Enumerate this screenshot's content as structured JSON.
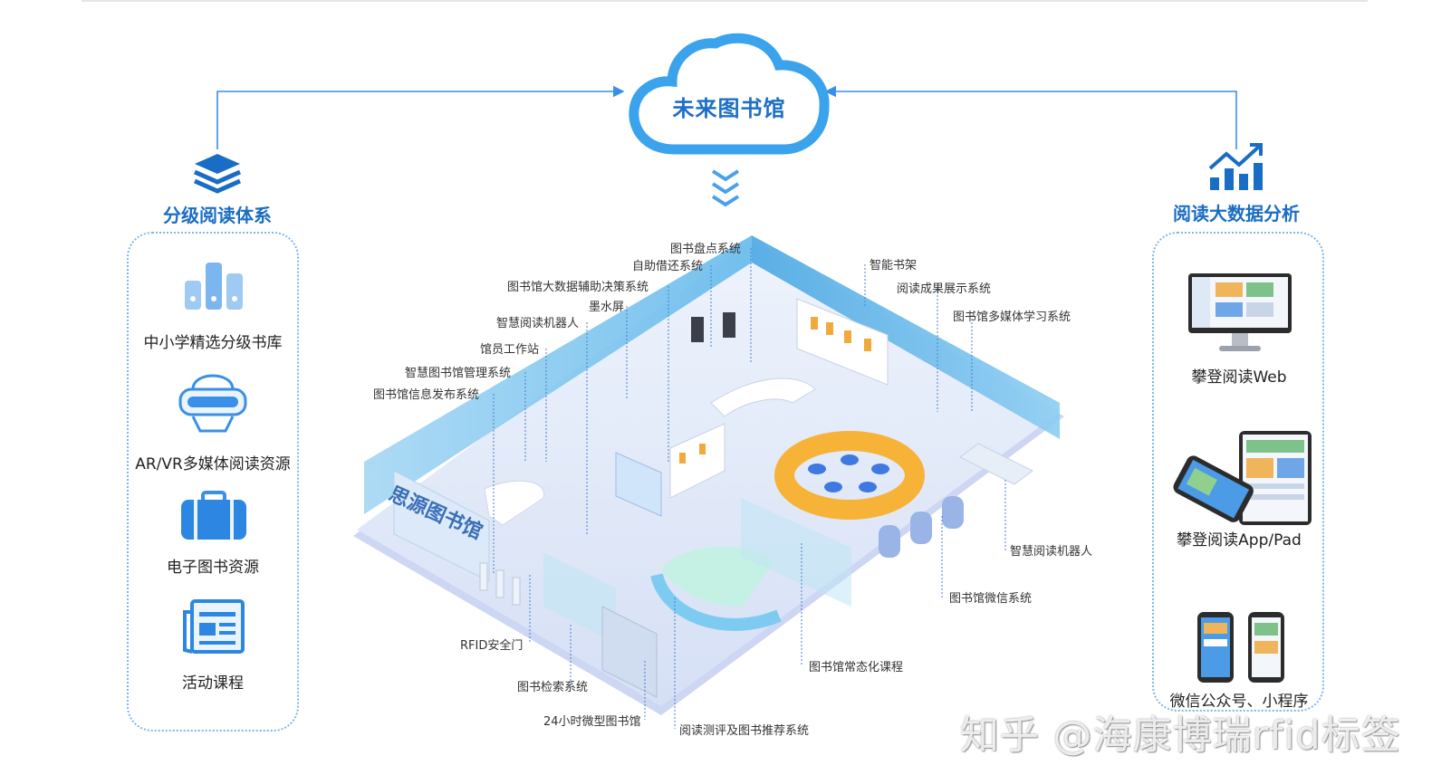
{
  "cloud": {
    "title": "未来图书馆"
  },
  "left_panel": {
    "title": "分级阅读体系",
    "icon": "layers-icon",
    "items": [
      {
        "label": "中小学精选分级书库",
        "icon": "bar-chart-icon"
      },
      {
        "label": "AR/VR多媒体阅读资源",
        "icon": "vr-headset-icon"
      },
      {
        "label": "电子图书资源",
        "icon": "briefcase-icon"
      },
      {
        "label": "活动课程",
        "icon": "newspaper-icon"
      }
    ]
  },
  "right_panel": {
    "title": "阅读大数据分析",
    "icon": "chart-growth-icon",
    "items": [
      {
        "label": "攀登阅读Web",
        "icon": "desktop-monitor-icon"
      },
      {
        "label": "攀登阅读App/Pad",
        "icon": "tablet-phone-icon"
      },
      {
        "label": "微信公众号、小程序",
        "icon": "smartphones-icon"
      }
    ]
  },
  "library_sign": "思源图书馆",
  "callouts": {
    "inventory": "图书盘点系统",
    "self_checkout": "自助借还系统",
    "bigdata_decision": "图书馆大数据辅助决策系统",
    "eink": "墨水屏",
    "robot_top": "智慧阅读机器人",
    "staff_station": "馆员工作站",
    "mgmt_system": "智慧图书馆管理系统",
    "info_publish": "图书馆信息发布系统",
    "smart_shelf": "智能书架",
    "achievement": "阅读成果展示系统",
    "multimedia": "图书馆多媒体学习系统",
    "robot_right": "智慧阅读机器人",
    "wechat_system": "图书馆微信系统",
    "regular_course": "图书馆常态化课程",
    "rfid_gate": "RFID安全门",
    "search": "图书检索系统",
    "mini_library": "24小时微型图书馆",
    "evaluation": "阅读测评及图书推荐系统"
  },
  "watermark": "知乎 @海康博瑞rfid标签",
  "colors": {
    "primary": "#1a6dc4",
    "accent": "#3a8fe6",
    "floor": "#dfe7f8",
    "wall": "#76c3ee"
  }
}
